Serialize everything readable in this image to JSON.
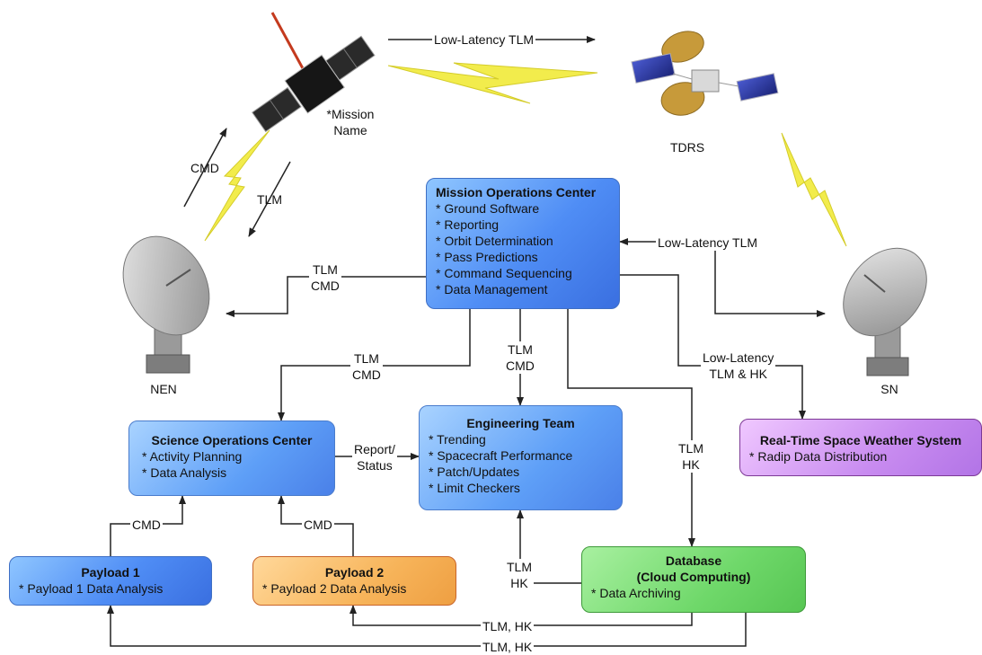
{
  "nodes": {
    "spacecraft": {
      "name": "*Mission\nName"
    },
    "tdrs": {
      "name": "TDRS"
    },
    "nen": {
      "name": "NEN"
    },
    "sn": {
      "name": "SN"
    }
  },
  "boxes": {
    "moc": {
      "title": "Mission Operations Center",
      "items": [
        "* Ground Software",
        "* Reporting",
        "* Orbit Determination",
        "* Pass Predictions",
        "* Command Sequencing",
        "* Data Management"
      ]
    },
    "soc": {
      "title": "Science Operations Center",
      "items": [
        "* Activity Planning",
        "* Data Analysis"
      ]
    },
    "eng": {
      "title": "Engineering Team",
      "items": [
        "* Trending",
        "* Spacecraft Performance",
        "* Patch/Updates",
        "* Limit Checkers"
      ]
    },
    "rtsw": {
      "title": "Real-Time Space Weather System",
      "items": [
        "* Radip Data Distribution"
      ]
    },
    "payload1": {
      "title": "Payload 1",
      "items": [
        "* Payload 1 Data Analysis"
      ]
    },
    "payload2": {
      "title": "Payload 2",
      "items": [
        "* Payload 2 Data Analysis"
      ]
    },
    "database": {
      "title": "Database\n(Cloud Computing)",
      "items": [
        "* Data Archiving"
      ]
    }
  },
  "links": {
    "top_low_latency": "Low-Latency TLM",
    "cmd_up": "CMD",
    "tlm_down": "TLM",
    "nen_moc": "TLM\nCMD",
    "sn_moc": "Low-Latency TLM",
    "moc_soc": "TLM\nCMD",
    "moc_eng": "TLM\nCMD",
    "moc_rtsw": "Low-Latency\nTLM & HK",
    "moc_db": "TLM\nHK",
    "soc_eng": "Report/\nStatus",
    "p1_soc": "CMD",
    "p2_soc": "CMD",
    "db_eng": "TLM\nHK",
    "db_p2": "TLM, HK",
    "db_p1": "TLM, HK"
  },
  "colors": {
    "line": "#222222",
    "bolt": "#f2ec4c",
    "bolt_edge": "#d4cc2a"
  }
}
